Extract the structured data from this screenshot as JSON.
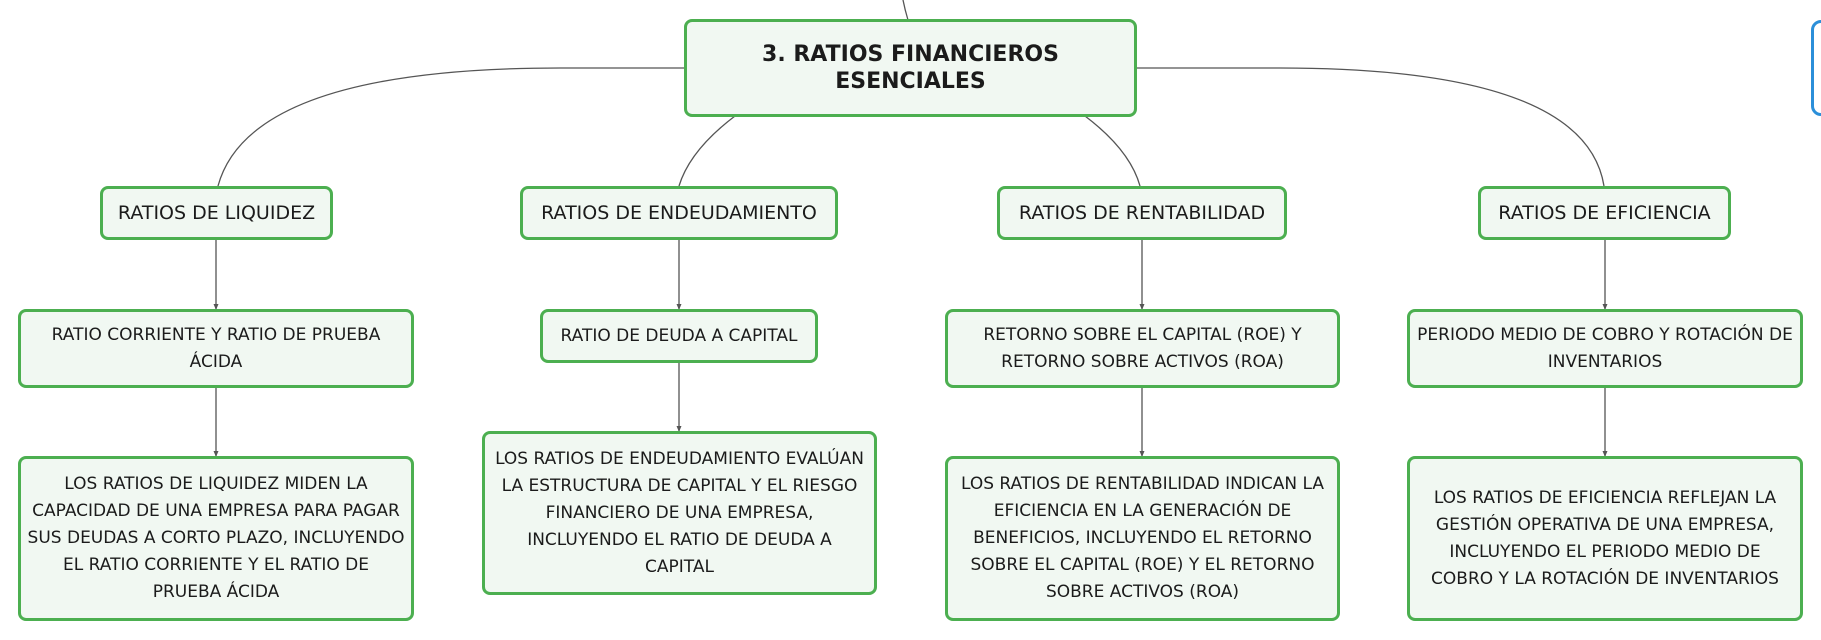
{
  "colors": {
    "node_border": "#4caf50",
    "node_fill": "#f1f8f2",
    "connector": "#555555",
    "edge_frame": "#2b8fd9"
  },
  "root": {
    "label": "3. RATIOS FINANCIEROS ESENCIALES"
  },
  "categories": [
    {
      "label": "RATIOS DE LIQUIDEZ"
    },
    {
      "label": "RATIOS DE ENDEUDAMIENTO"
    },
    {
      "label": "RATIOS DE RENTABILIDAD"
    },
    {
      "label": "RATIOS DE EFICIENCIA"
    }
  ],
  "items": [
    {
      "label": "RATIO CORRIENTE Y RATIO DE PRUEBA ÁCIDA"
    },
    {
      "label": "RATIO DE DEUDA A CAPITAL"
    },
    {
      "label": "RETORNO SOBRE EL CAPITAL (ROE) Y RETORNO SOBRE ACTIVOS (ROA)"
    },
    {
      "label": "PERIODO MEDIO DE COBRO Y ROTACIÓN DE INVENTARIOS"
    }
  ],
  "descriptions": [
    {
      "label": "LOS RATIOS DE LIQUIDEZ MIDEN LA CAPACIDAD DE UNA EMPRESA PARA PAGAR SUS DEUDAS A CORTO PLAZO, INCLUYENDO EL RATIO CORRIENTE Y EL RATIO DE PRUEBA ÁCIDA"
    },
    {
      "label": "LOS RATIOS DE ENDEUDAMIENTO EVALÚAN LA ESTRUCTURA DE CAPITAL Y EL RIESGO FINANCIERO DE UNA EMPRESA, INCLUYENDO EL RATIO DE DEUDA A CAPITAL"
    },
    {
      "label": "LOS RATIOS DE RENTABILIDAD INDICAN LA EFICIENCIA EN LA GENERACIÓN DE BENEFICIOS, INCLUYENDO EL RETORNO SOBRE EL CAPITAL (ROE) Y EL RETORNO SOBRE ACTIVOS (ROA)"
    },
    {
      "label": "LOS RATIOS DE EFICIENCIA REFLEJAN LA GESTIÓN OPERATIVA DE UNA EMPRESA, INCLUYENDO EL PERIODO MEDIO DE COBRO Y LA ROTACIÓN DE INVENTARIOS"
    }
  ]
}
